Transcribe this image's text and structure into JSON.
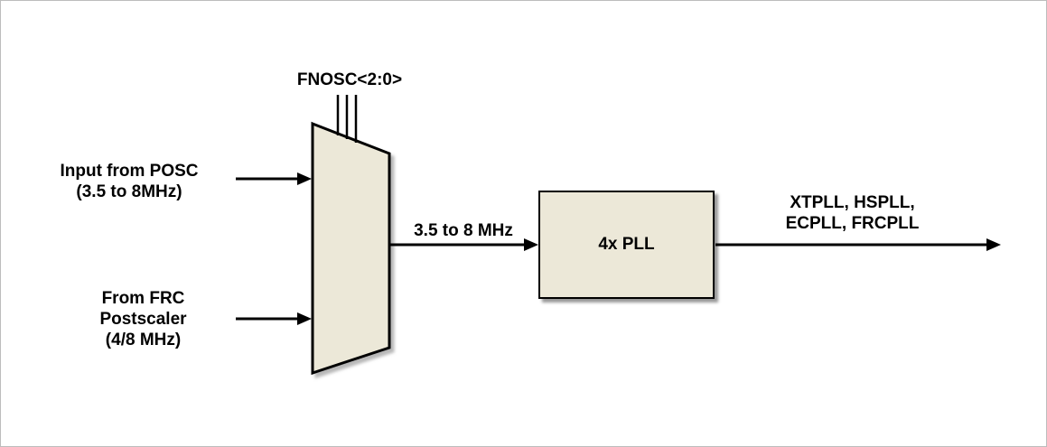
{
  "diagram": {
    "labels": {
      "fnosc_select": "FNOSC<2:0>",
      "posc_input": "Input from POSC\n(3.5 to 8MHz)",
      "frc_input": "From FRC\nPostscaler\n(4/8 MHz)",
      "mux_output_freq": "3.5 to 8 MHz",
      "pll_block": "4x PLL",
      "pll_output": "XTPLL, HSPLL,\nECPLL, FRCPLL"
    }
  },
  "colors": {
    "shape_fill": "#ECE8D8",
    "outline": "#000000",
    "background": "#FFFFFF",
    "frame": "#BDBDBD",
    "text": "#000000",
    "shadow": "#9E9E9E"
  }
}
